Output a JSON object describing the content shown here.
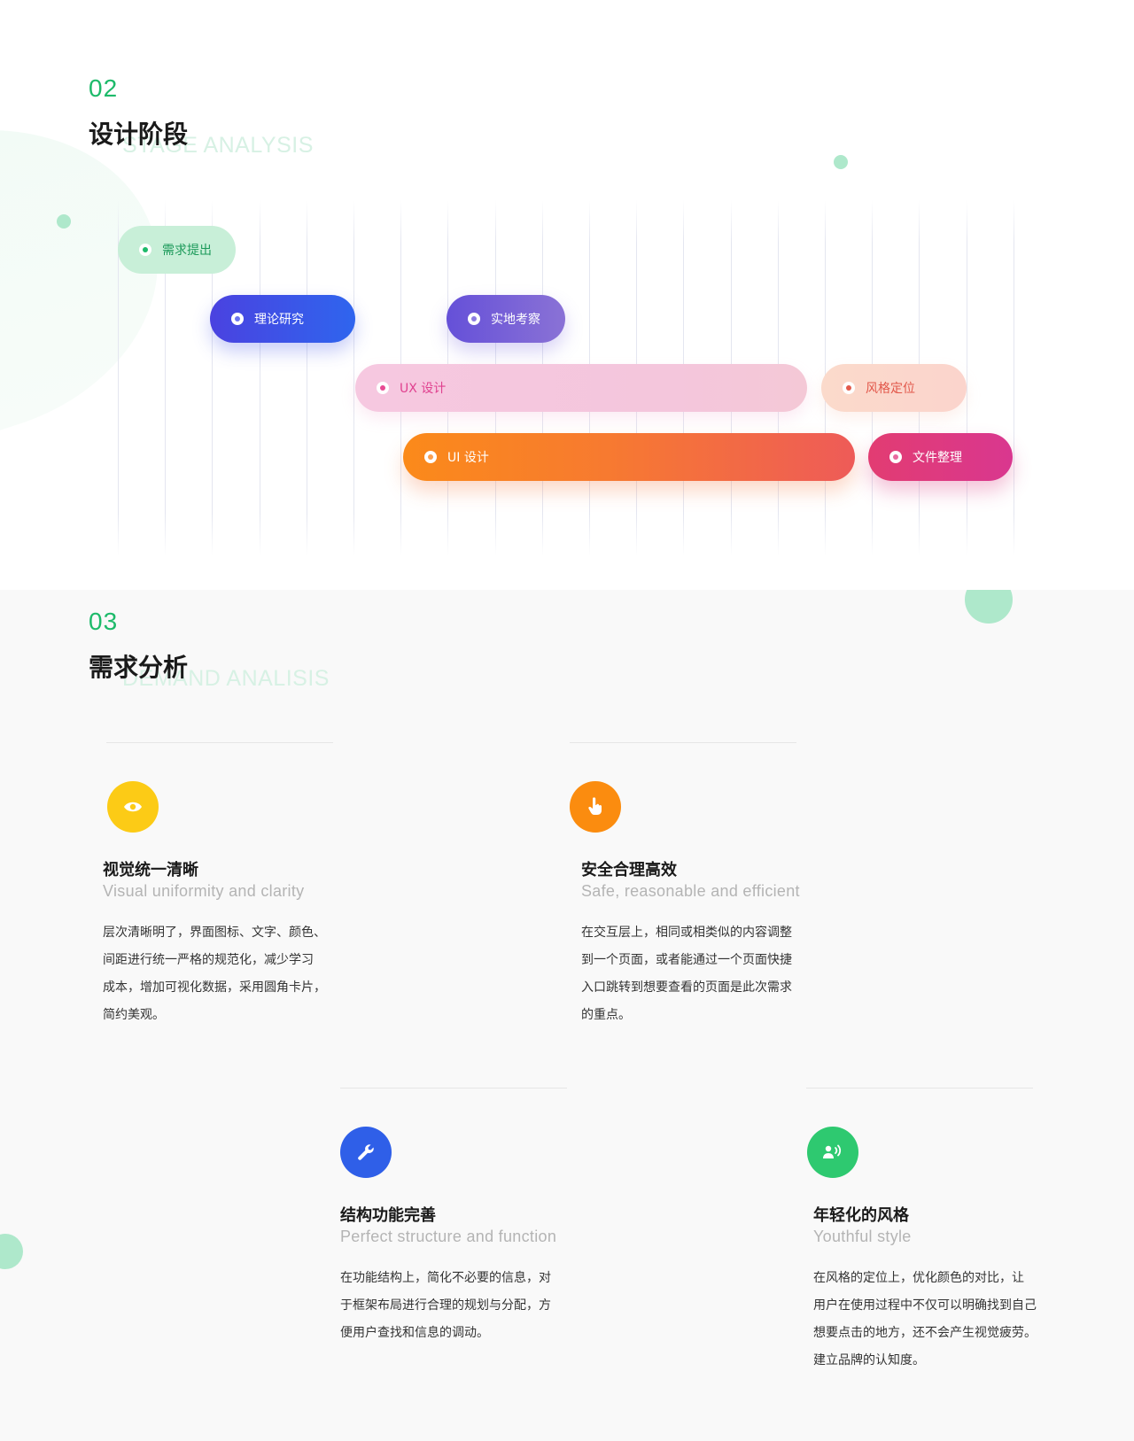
{
  "stage": {
    "number": "02",
    "title": "设计阶段",
    "subtitle_en": "STAGE ANALYSIS",
    "bars": [
      {
        "key": "xq",
        "label": "需求提出"
      },
      {
        "key": "ll",
        "label": "理论研究"
      },
      {
        "key": "sd",
        "label": "实地考察"
      },
      {
        "key": "ux",
        "label": "UX 设计"
      },
      {
        "key": "fg",
        "label": "风格定位"
      },
      {
        "key": "ui",
        "label": "UI 设计"
      },
      {
        "key": "wj",
        "label": "文件整理"
      }
    ]
  },
  "demand": {
    "number": "03",
    "title": "需求分析",
    "subtitle_en": "DEMAND ANALISIS",
    "cards": [
      {
        "icon": "eye-icon",
        "icon_color": "#fccb16",
        "title": "视觉统一清晰",
        "subtitle": "Visual uniformity and clarity",
        "lines": [
          "层次清晰明了，界面图标、文字、颜色、",
          "间距进行统一严格的规范化，减少学习",
          "成本，增加可视化数据，采用圆角卡片，",
          "简约美观。"
        ]
      },
      {
        "icon": "hand-pointer-icon",
        "icon_color": "#fb8c0f",
        "title": "安全合理高效",
        "subtitle": "Safe, reasonable and efficient",
        "lines": [
          "在交互层上，相同或相类似的内容调整",
          "到一个页面，或者能通过一个页面快捷",
          "入口跳转到想要查看的页面是此次需求",
          "的重点。"
        ]
      },
      {
        "icon": "wrench-icon",
        "icon_color": "#2f5fe8",
        "title": "结构功能完善",
        "subtitle": "Perfect structure and function",
        "lines": [
          "在功能结构上，简化不必要的信息，对",
          "于框架布局进行合理的规划与分配，方",
          "便用户查找和信息的调动。"
        ]
      },
      {
        "icon": "user-voice-icon",
        "icon_color": "#2ec970",
        "title": "年轻化的风格",
        "subtitle": "Youthful style",
        "lines": [
          "在风格的定位上，优化颜色的对比，让",
          "用户在使用过程中不仅可以明确找到自己",
          "想要点击的地方，还不会产生视觉疲劳。",
          "建立品牌的认知度。"
        ]
      }
    ]
  }
}
